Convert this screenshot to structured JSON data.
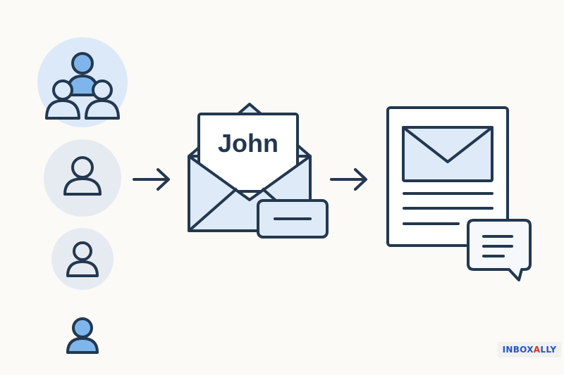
{
  "colors": {
    "background": "#fbfaf6",
    "stroke": "#23384f",
    "light_blue": "#deeaf7",
    "circle_blue": "#dce9f8",
    "circle_gray": "#e6ebf2",
    "person_fill_blue": "#7fb5ea",
    "brand_blue": "#1e56c8",
    "brand_red": "#d92b2b"
  },
  "envelope": {
    "name_on_letter": "John"
  },
  "brand": {
    "part1": "INBOX",
    "accent": "A",
    "part2": "LLY"
  },
  "icons": [
    "group-users-icon",
    "user-icon",
    "user-icon",
    "user-icon",
    "arrow-right-icon",
    "open-envelope-icon",
    "button-badge-icon",
    "arrow-right-icon",
    "document-with-mail-icon",
    "chat-bubble-icon"
  ]
}
